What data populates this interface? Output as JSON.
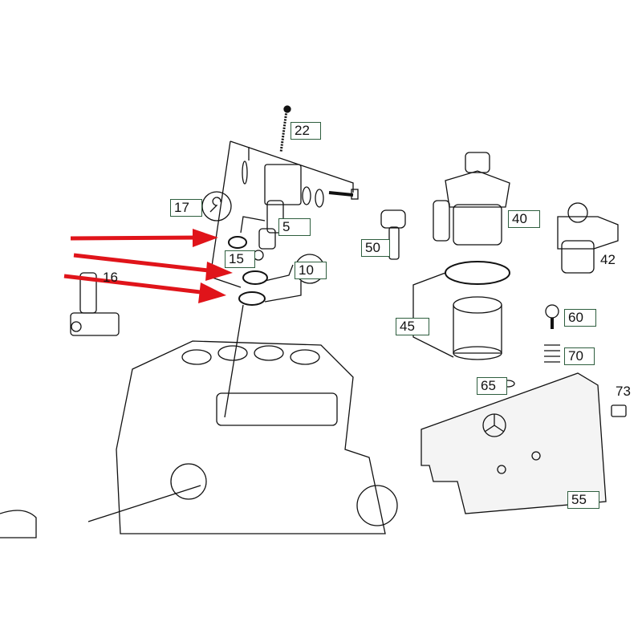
{
  "diagram": {
    "part_labels": [
      {
        "id": "22",
        "text": "22",
        "boxed": true
      },
      {
        "id": "17",
        "text": "17",
        "boxed": true
      },
      {
        "id": "5",
        "text": "5",
        "boxed": true
      },
      {
        "id": "15",
        "text": "15",
        "boxed": true
      },
      {
        "id": "10",
        "text": "10",
        "boxed": true
      },
      {
        "id": "16",
        "text": "16",
        "boxed": false
      },
      {
        "id": "50",
        "text": "50",
        "boxed": true
      },
      {
        "id": "40",
        "text": "40",
        "boxed": true
      },
      {
        "id": "42",
        "text": "42",
        "boxed": false
      },
      {
        "id": "45",
        "text": "45",
        "boxed": true
      },
      {
        "id": "60",
        "text": "60",
        "boxed": true
      },
      {
        "id": "70",
        "text": "70",
        "boxed": true
      },
      {
        "id": "65",
        "text": "65",
        "boxed": true
      },
      {
        "id": "73",
        "text": "73",
        "boxed": false
      },
      {
        "id": "55",
        "text": "55",
        "boxed": true
      }
    ],
    "colors": {
      "label_border": "#2e5e3e",
      "arrow": "#e0141a",
      "line": "#111111"
    }
  }
}
